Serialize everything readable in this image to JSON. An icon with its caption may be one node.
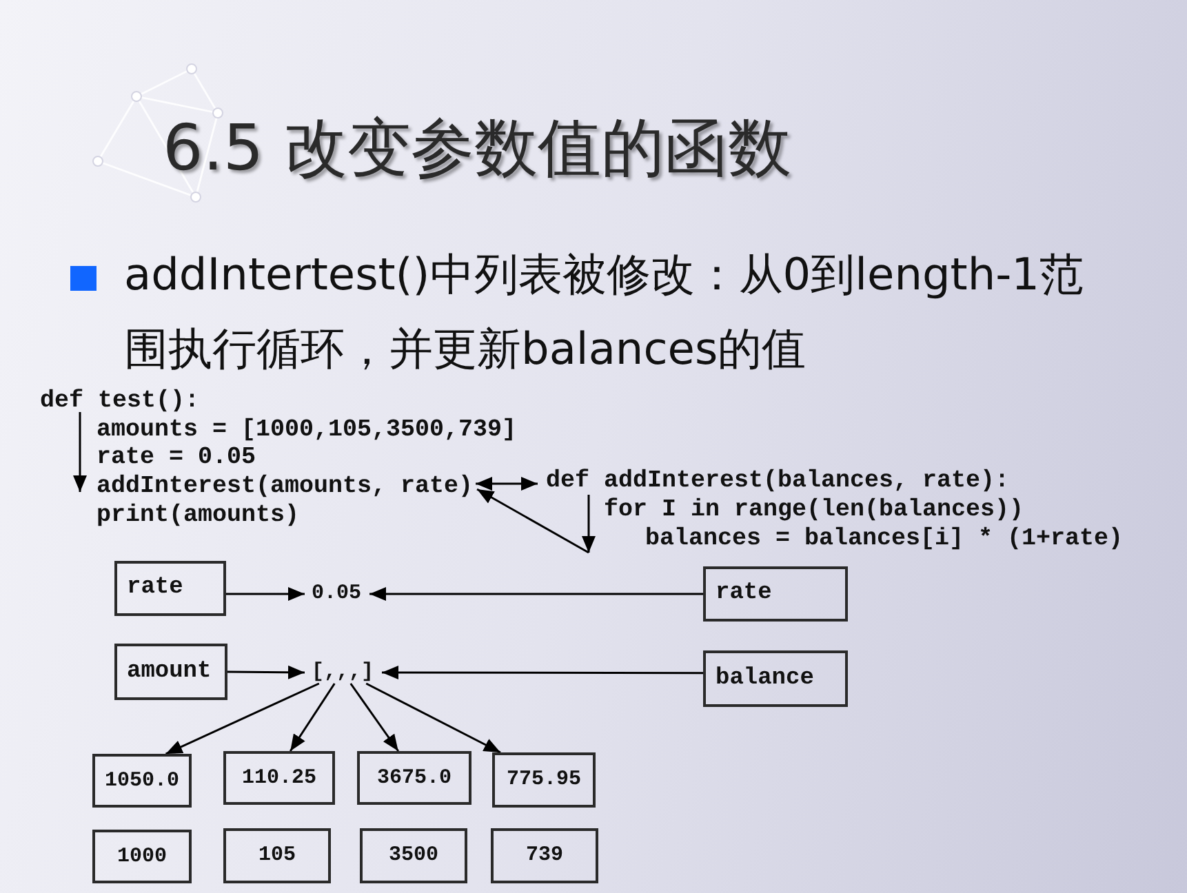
{
  "diagram": {
    "title": "6.5 改变参数值的函数",
    "nodes": [
      {
        "text": [
          "def test():"
        ]
      },
      {
        "text": [
          "addInterest(amounts, rate)"
        ]
      },
      {
        "text": [
          "def addInterest(balances, rate):"
        ]
      },
      {
        "text": [
          "rate"
        ]
      },
      {
        "text": [
          "0.05"
        ]
      },
      {
        "text": [
          "rate"
        ]
      },
      {
        "text": [
          "amount"
        ]
      },
      {
        "text": [
          "[,,,]"
        ]
      },
      {
        "text": [
          "balance"
        ]
      },
      {
        "text": [
          "1050.0"
        ]
      },
      {
        "text": [
          "110.25"
        ]
      },
      {
        "text": [
          "3675.0"
        ]
      },
      {
        "text": [
          "775.95"
        ]
      },
      {
        "text": [
          "1000"
        ]
      },
      {
        "text": [
          "105"
        ]
      },
      {
        "text": [
          "3500"
        ]
      },
      {
        "text": [
          "739"
        ]
      }
    ],
    "edges": [
      {
        "from": 0,
        "to": 1,
        "arrow": "to"
      },
      {
        "from": 1,
        "to": 2,
        "arrow": "both"
      },
      {
        "from": 2,
        "to": null,
        "arrow": "to"
      },
      {
        "from": null,
        "to": 1,
        "arrow": "to"
      },
      {
        "from": 3,
        "to": 4,
        "arrow": "to"
      },
      {
        "from": 5,
        "to": 4,
        "arrow": "to"
      },
      {
        "from": 6,
        "to": 7,
        "arrow": "to"
      },
      {
        "from": 8,
        "to": 7,
        "arrow": "to"
      },
      {
        "from": 7,
        "to": 9,
        "arrow": "to"
      },
      {
        "from": 7,
        "to": 10,
        "arrow": "to"
      },
      {
        "from": 7,
        "to": 11,
        "arrow": "to"
      },
      {
        "from": 7,
        "to": 12,
        "arrow": "to"
      }
    ],
    "labels": [
      "addIntertest()中列表被修改：从0到length-1范围执行循环，并更新balances的值",
      "amounts = [1000,105,3500,739]",
      "rate = 0.05",
      "print(amounts)",
      "for I in range(len(balances))",
      "balances = balances[i] * (1+rate)"
    ]
  }
}
